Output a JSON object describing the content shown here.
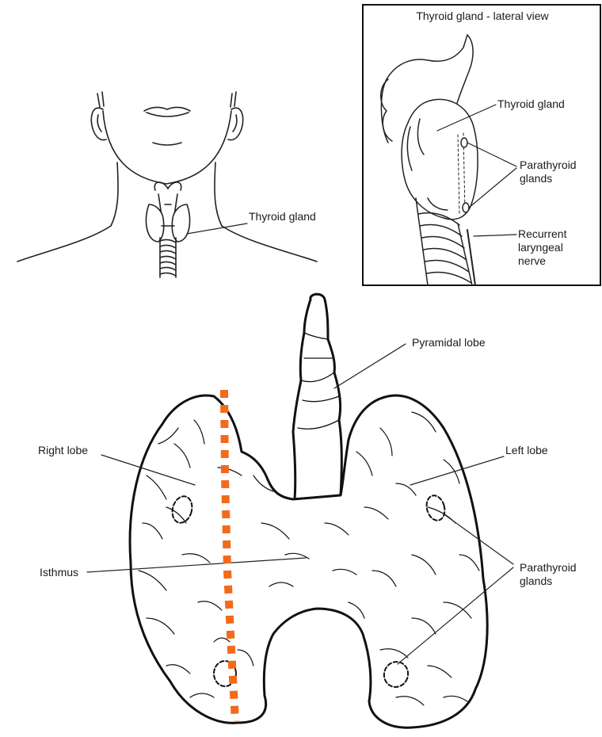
{
  "figure": {
    "inset_title": "Thyroid gland - lateral view",
    "neck_label": "Thyroid gland",
    "inset_labels": {
      "thyroid": "Thyroid gland",
      "parathyroid": "Parathyroid glands",
      "nerve": "Recurrent laryngeal nerve"
    },
    "main_labels": {
      "pyramidal": "Pyramidal lobe",
      "right_lobe": "Right lobe",
      "left_lobe": "Left lobe",
      "isthmus": "Isthmus",
      "parathyroid": "Parathyroid glands"
    }
  },
  "colors": {
    "ink": "#1a1a1a",
    "outline": "#222222",
    "cut_line": "#f26a1b",
    "background": "#ffffff"
  }
}
